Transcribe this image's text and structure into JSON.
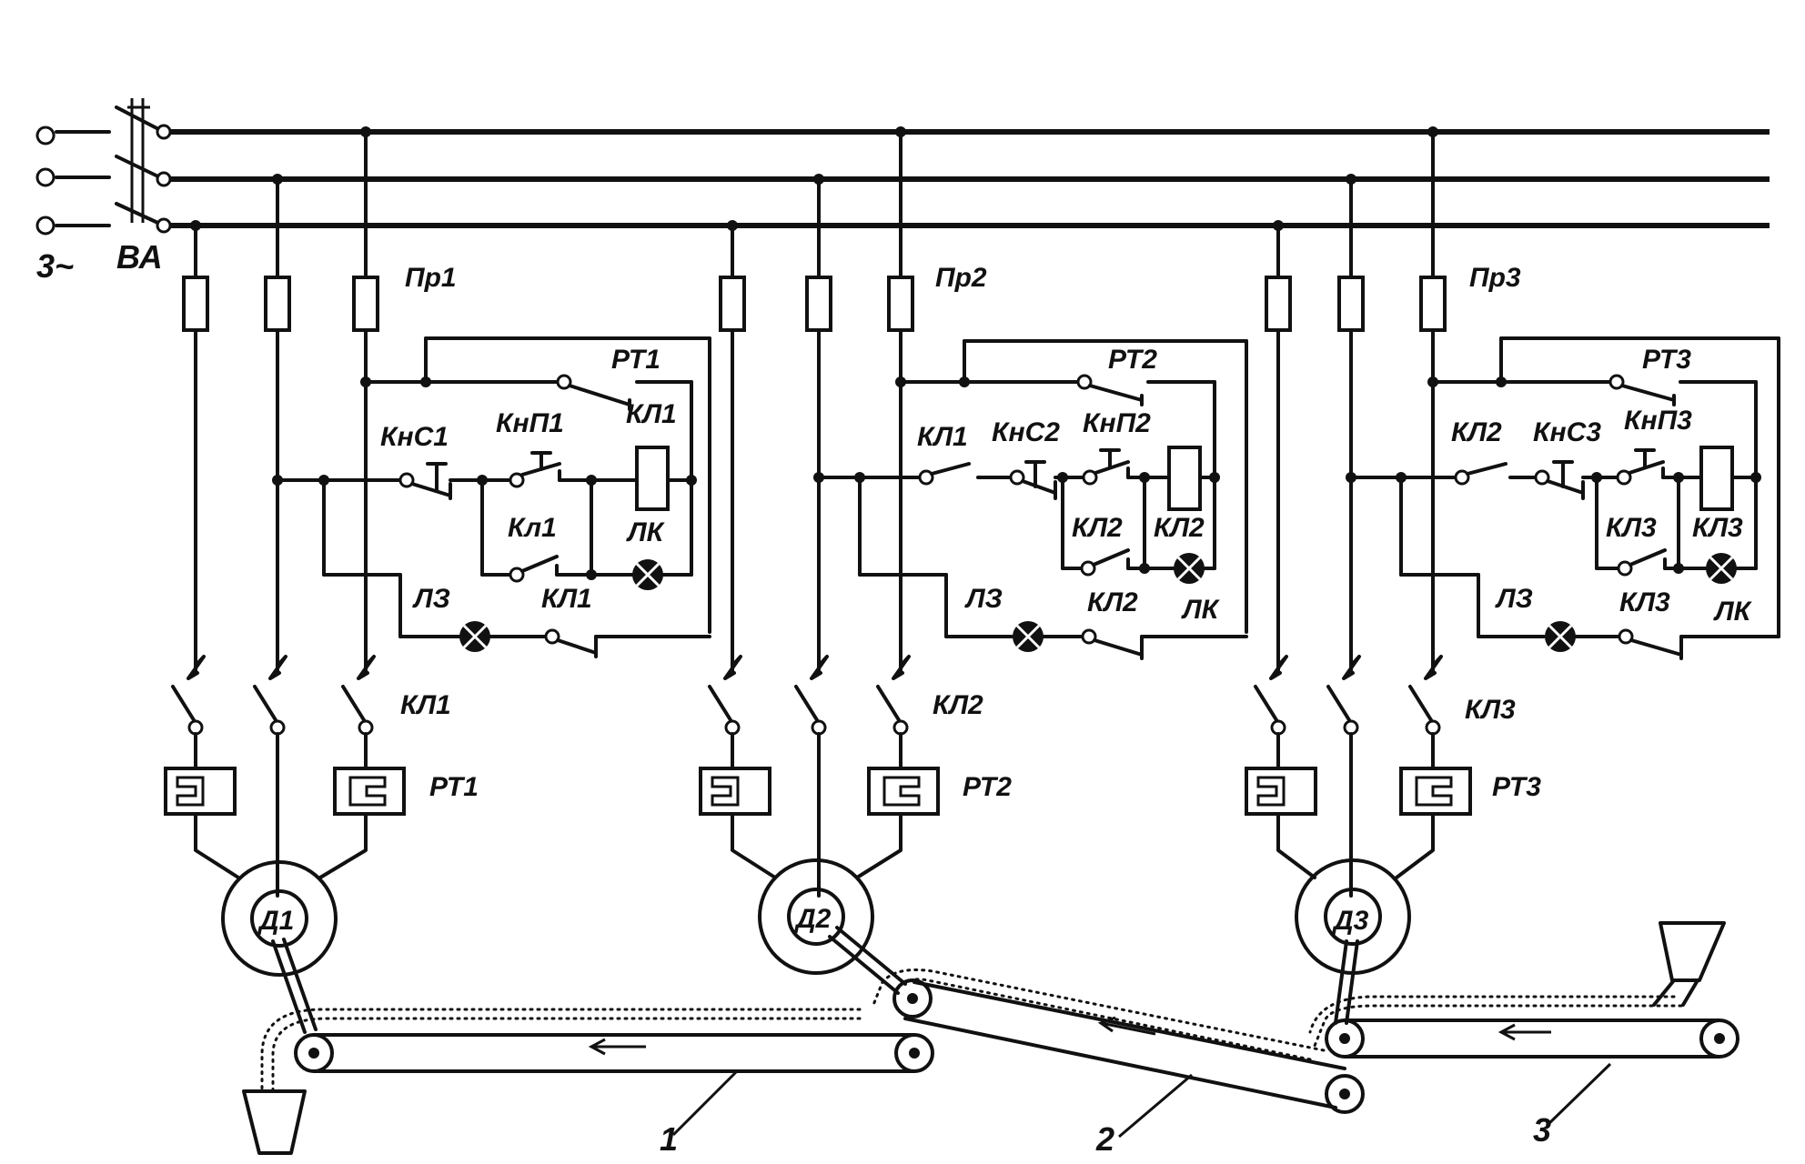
{
  "supply": {
    "phase_label": "3~",
    "breaker_label": "ВА"
  },
  "sections": [
    {
      "fuse_label": "Пр1",
      "relay_top_label": "РТ1",
      "contactor_top_label": "КЛ1",
      "stop_button": "КнС1",
      "start_button": "КнП1",
      "selfhold_label": "Кл1",
      "lamp_on_label": "ЛК",
      "lamp_off_label": "ЛЗ",
      "lamp_off_contact": "КЛ1",
      "main_contact_label": "КЛ1",
      "thermal_label": "РТ1",
      "motor_label": "Д1"
    },
    {
      "fuse_label": "Пр2",
      "relay_top_label": "РТ2",
      "interlock_label": "КЛ1",
      "stop_button": "КнС2",
      "start_button": "КнП2",
      "selfhold_label": "КЛ2",
      "coil_label": "КЛ2",
      "lamp_on_label": "ЛК",
      "lamp_off_label": "ЛЗ",
      "lamp_off_contact": "КЛ2",
      "main_contact_label": "КЛ2",
      "thermal_label": "РТ2",
      "motor_label": "Д2"
    },
    {
      "fuse_label": "Пр3",
      "relay_top_label": "РТ3",
      "interlock_label": "КЛ2",
      "stop_button": "КнС3",
      "start_button": "КнП3",
      "selfhold_label": "КЛ3",
      "coil_label": "КЛ3",
      "lamp_on_label": "ЛК",
      "lamp_off_label": "ЛЗ",
      "lamp_off_contact": "КЛ3",
      "main_contact_label": "КЛ3",
      "thermal_label": "РТ3",
      "motor_label": "Д3"
    }
  ],
  "conveyors": {
    "labels": [
      "1",
      "2",
      "3"
    ]
  }
}
